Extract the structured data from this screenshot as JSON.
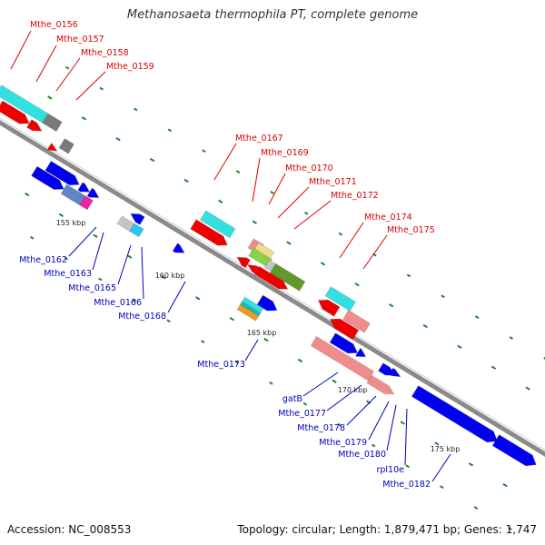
{
  "header": {
    "title": "Methanosaeta thermophila PT, complete genome"
  },
  "footer": {
    "accession": "Accession: NC_008553",
    "topology": "Topology: circular; Length: 1,879,471 bp; Genes: 1,747"
  },
  "colors": {
    "top_label": "#dd0000",
    "bottom_label": "#0000bb",
    "backbone": "#8a8a8a",
    "gc_marks": "#228822",
    "cyan": "#33e0e0",
    "red": "#ee0000",
    "gray": "#7a7a7a",
    "blue": "#0000ee",
    "steelblue": "#5f86c2",
    "magenta": "#ee22aa",
    "lightgray": "#c4c4c4",
    "skyblue": "#2ec2ee",
    "pink": "#f08c8c",
    "khaki": "#eedc8c",
    "lightgreen": "#86d24a",
    "olive": "#5e9a2a",
    "teal": "#21b6b6",
    "orange": "#f49a1c"
  },
  "scale": {
    "ticks": [
      {
        "label": "155 kbp"
      },
      {
        "label": "160 kbp"
      },
      {
        "label": "165 kbp"
      },
      {
        "label": "170 kbp"
      },
      {
        "label": "175 kbp"
      }
    ]
  },
  "genes_top": [
    {
      "name": "Mthe_0156"
    },
    {
      "name": "Mthe_0157"
    },
    {
      "name": "Mthe_0158"
    },
    {
      "name": "Mthe_0159"
    },
    {
      "name": "Mthe_0167"
    },
    {
      "name": "Mthe_0169"
    },
    {
      "name": "Mthe_0170"
    },
    {
      "name": "Mthe_0171"
    },
    {
      "name": "Mthe_0172"
    },
    {
      "name": "Mthe_0174"
    },
    {
      "name": "Mthe_0175"
    }
  ],
  "genes_bottom": [
    {
      "name": "Mthe_0162"
    },
    {
      "name": "Mthe_0163"
    },
    {
      "name": "Mthe_0165"
    },
    {
      "name": "Mthe_0166"
    },
    {
      "name": "Mthe_0168"
    },
    {
      "name": "Mthe_0173"
    },
    {
      "name": "gatB"
    },
    {
      "name": "Mthe_0177"
    },
    {
      "name": "Mthe_0178"
    },
    {
      "name": "Mthe_0179"
    },
    {
      "name": "Mthe_0180"
    },
    {
      "name": "rpl10e"
    },
    {
      "name": "Mthe_0182"
    }
  ]
}
